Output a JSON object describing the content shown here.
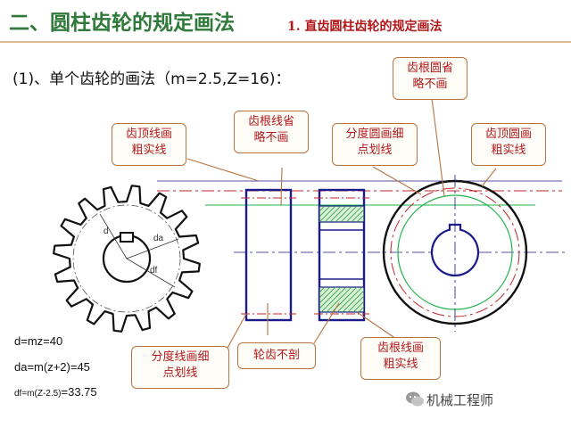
{
  "header": {
    "title": "二、圆柱齿轮的规定画法",
    "subtitle": "1. 直齿圆柱齿轮的规定画法"
  },
  "section": {
    "heading": "(1)、单个齿轮的画法（m=2.5,Z=16)："
  },
  "callouts": {
    "tip_line_left": [
      "齿顶线画",
      "粗实线"
    ],
    "root_line_omit": [
      "齿根线省",
      "略不画"
    ],
    "root_circle_omit": [
      "齿根圆省",
      "略不画"
    ],
    "pitch_circle_dashdot": [
      "分度圆画细",
      "点划线"
    ],
    "tip_circle_right": [
      "齿顶圆画",
      "粗实线"
    ],
    "pitch_line_dashdot": [
      "分度线画细",
      "点划线"
    ],
    "teeth_not_sectioned": [
      "轮齿不剖"
    ],
    "root_line_thick": [
      "齿根线画",
      "粗实线"
    ]
  },
  "dimension_labels": {
    "pitch_diameter": "d",
    "tip_diameter": "da",
    "root_diameter": "df"
  },
  "formulas": {
    "d": "d=mz=40",
    "da": "da=m(z+2)=45",
    "df_prefix": "df=m(Z-2.5)",
    "df_value": "=33.75"
  },
  "watermark": {
    "text": "机械工程师"
  },
  "colors": {
    "title_green": "#2f7a3a",
    "title_red": "#b0181a",
    "outline_blue": "#1a1a8a",
    "pitch_red": "#c0262b",
    "root_green": "#22b24c",
    "hatch_green": "#2e9e3e",
    "callout_border": "#b9733f"
  }
}
